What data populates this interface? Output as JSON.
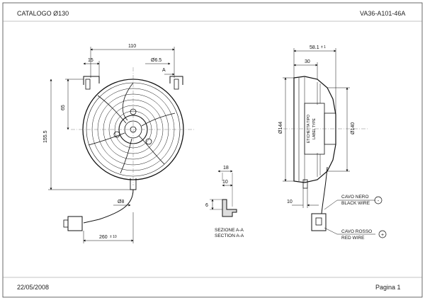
{
  "header": {
    "catalog": "CATALOGO Ø130",
    "code": "VA36-A101-46A"
  },
  "footer": {
    "date": "22/05/2008",
    "page": "Pagina 1"
  },
  "front_view": {
    "dim_width": "110",
    "dim_left_offset": "15",
    "dim_hole": "Ø6.5",
    "dim_center_height": "65",
    "dim_total_height": "155.5",
    "dim_cable_dia": "Ø8",
    "dim_cable_length": "260",
    "dim_cable_tol": "± 10",
    "section_marker": "A"
  },
  "section_view": {
    "dim_width": "18",
    "dim_inner": "10",
    "dim_height": "6",
    "title_it": "SEZIONE A-A",
    "title_en": "SECTION A-A"
  },
  "side_view": {
    "dim_depth": "58.1",
    "dim_depth_tol": "± 1",
    "dim_inner_depth": "30",
    "dim_dia_outer": "Ø144",
    "dim_dia_inner": "Ø140",
    "dim_cable_offset": "10",
    "label_line1": "ETICHETTA TIPO",
    "label_line2": "LABEL TYPE",
    "wire_black_it": "CAVO NERO",
    "wire_black_en": "BLACK WIRE",
    "wire_red_it": "CAVO ROSSO",
    "wire_red_en": "RED WIRE",
    "symbol_minus": "-",
    "symbol_plus": "+"
  }
}
